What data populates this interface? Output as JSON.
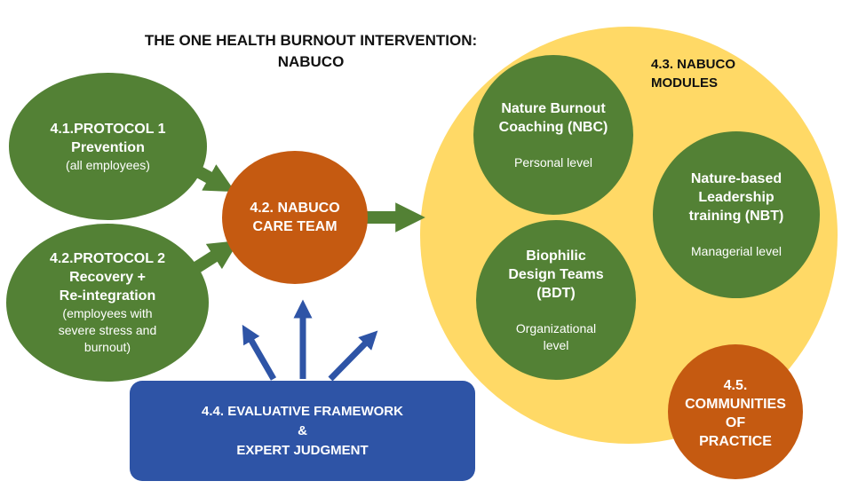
{
  "title": {
    "line1": "THE ONE HEALTH BURNOUT INTERVENTION:",
    "line2": "NABUCO"
  },
  "protocol1": {
    "heading1": "4.1.PROTOCOL 1",
    "heading2": "Prevention",
    "sub": "(all employees)"
  },
  "protocol2": {
    "heading1": "4.2.PROTOCOL 2",
    "heading2": "Recovery +",
    "heading3": "Re-integration",
    "sub1": "(employees with",
    "sub2": "severe stress and",
    "sub3": "burnout)"
  },
  "care_team": {
    "line1": "4.2. NABUCO",
    "line2": "CARE TEAM"
  },
  "evaluation": {
    "line1": "4.4. EVALUATIVE FRAMEWORK",
    "line2": "&",
    "line3": "EXPERT JUDGMENT"
  },
  "modules": {
    "label1": "4.3. NABUCO",
    "label2": "MODULES",
    "nbc": {
      "title1": "Nature Burnout",
      "title2": "Coaching (NBC)",
      "level": "Personal level"
    },
    "nbt": {
      "title1": "Nature-based",
      "title2": "Leadership",
      "title3": "training (NBT)",
      "level": "Managerial level"
    },
    "bdt": {
      "title1": "Biophilic",
      "title2": "Design Teams",
      "title3": "(BDT)",
      "level1": "Organizational",
      "level2": "level"
    }
  },
  "communities": {
    "line1": "4.5.",
    "line2": "COMMUNITIES",
    "line3": "OF",
    "line4": "PRACTICE"
  },
  "colors": {
    "green": "#538135",
    "orange": "#C55A11",
    "yellow": "#FFD966",
    "blue": "#2E54A6"
  }
}
